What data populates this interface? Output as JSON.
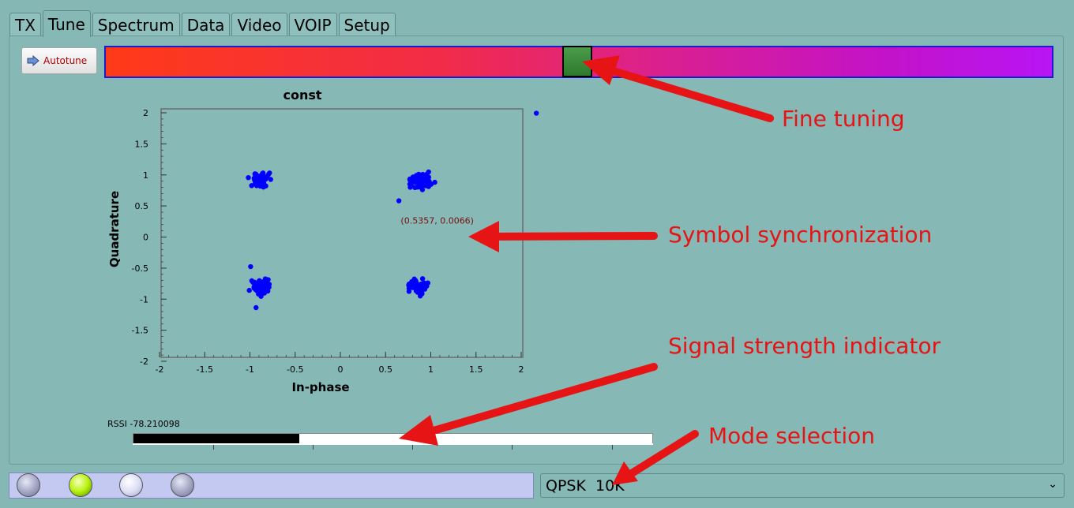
{
  "tabs": [
    {
      "label": "TX",
      "active": false
    },
    {
      "label": "Tune",
      "active": true
    },
    {
      "label": "Spectrum",
      "active": false
    },
    {
      "label": "Data",
      "active": false
    },
    {
      "label": "Video",
      "active": false
    },
    {
      "label": "VOIP",
      "active": false
    },
    {
      "label": "Setup",
      "active": false
    }
  ],
  "autotune": {
    "label": "Autotune",
    "icon": "arrow-right-icon"
  },
  "chart_data": {
    "type": "scatter",
    "title": "const",
    "xlabel": "In-phase",
    "ylabel": "Quadrature",
    "xlim": [
      -2,
      2
    ],
    "ylim": [
      -2,
      2
    ],
    "xticks": [
      "-2",
      "-1.5",
      "-1",
      "-0.5",
      "0",
      "0.5",
      "1",
      "1.5",
      "2"
    ],
    "yticks": [
      "2",
      "1.5",
      "1",
      "0.5",
      "0",
      "-0.5",
      "-1",
      "-1.5",
      "-2"
    ],
    "cursor_readout": "(0.5357, 0.0066)",
    "series": [
      {
        "clusters": [
          {
            "center": [
              -0.88,
              0.86
            ],
            "spread": 0.1
          },
          {
            "center": [
              0.87,
              0.84
            ],
            "spread": 0.12
          },
          {
            "center": [
              -0.88,
              -0.86
            ],
            "spread": 0.1
          },
          {
            "center": [
              0.84,
              -0.86
            ],
            "spread": 0.1
          }
        ],
        "outliers": [
          [
            2.15,
            1.93
          ],
          [
            -1.01,
            -0.54
          ],
          [
            -0.95,
            -1.2
          ],
          [
            0.63,
            0.52
          ]
        ],
        "color": "#0000ff"
      }
    ]
  },
  "rssi": {
    "label": "RSSI -78.210098",
    "level": 0.32
  },
  "leds": [
    "gray",
    "green",
    "white",
    "gray"
  ],
  "mode": {
    "value": "QPSK  10K"
  },
  "annotations": {
    "fine_tuning": "Fine tuning",
    "symbol_sync": "Symbol synchronization",
    "signal_strength": "Signal strength indicator",
    "mode_selection": "Mode selection"
  },
  "colors": {
    "annotation": "#e61414",
    "accent": "#1c1ccc",
    "handle": "#2d7a2d"
  }
}
